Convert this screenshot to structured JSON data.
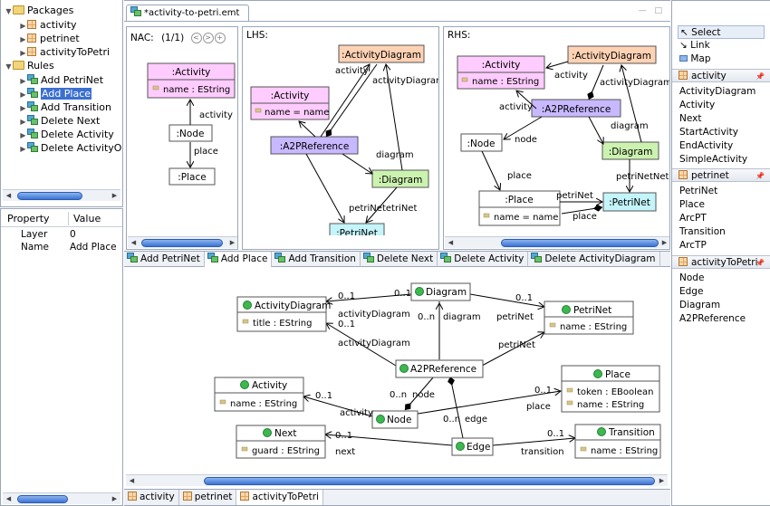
{
  "tree": {
    "packages_label": "Packages",
    "packages": [
      "activity",
      "petrinet",
      "activityToPetri"
    ],
    "rules_label": "Rules",
    "rules": [
      "Add PetriNet",
      "Add Place",
      "Add Transition",
      "Delete Next",
      "Delete Activity",
      "Delete ActivityO"
    ],
    "selected_rule": "Add Place"
  },
  "properties": {
    "col_property": "Property",
    "col_value": "Value",
    "rows": [
      {
        "name": "Layer",
        "value": "0"
      },
      {
        "name": "Name",
        "value": "Add Place"
      }
    ]
  },
  "editor": {
    "tab_title": "*activity-to-petri.emt",
    "nac": {
      "header": "NAC:",
      "counter": "(1/1)",
      "nav": [
        "<",
        ">",
        "+"
      ],
      "nodes": {
        "activity": {
          "title": ":Activity",
          "attr": "name : EString"
        },
        "node": {
          "title": ":Node"
        },
        "place": {
          "title": ":Place"
        }
      },
      "edges": {
        "activity": "activity",
        "place": "place"
      }
    },
    "lhs": {
      "header": "LHS:",
      "nodes": {
        "activitydiagram": {
          "title": ":ActivityDiagram"
        },
        "activity": {
          "title": ":Activity",
          "attr": "name = name"
        },
        "a2p": {
          "title": ":A2PReference"
        },
        "diagram": {
          "title": ":Diagram"
        },
        "petrinet": {
          "title": ":PetriNet"
        }
      },
      "edges": {
        "activity": "activity",
        "activitydiagram": "activityDiagram",
        "diagram": "diagram",
        "petrinet": "petriNetetriNet"
      }
    },
    "rhs": {
      "header": "RHS:",
      "nodes": {
        "activity": {
          "title": ":Activity",
          "attr": "name : EString"
        },
        "activitydiagram": {
          "title": ":ActivityDiagram"
        },
        "a2p": {
          "title": ":A2PReference"
        },
        "node": {
          "title": ":Node"
        },
        "diagram": {
          "title": ":Diagram"
        },
        "place": {
          "title": ":Place",
          "attr": "name = name"
        },
        "petrinet": {
          "title": ":PetriNet"
        }
      },
      "edges": {
        "activity1": "activity",
        "activity2": "activity",
        "activitydiagram": "activityDiagram",
        "node": "node",
        "diagram": "diagram",
        "place1": "place",
        "petrinet1": "petriNet",
        "petrinet2": "petriNetNet",
        "place2": "place"
      }
    },
    "rule_tabs": [
      "Add PetriNet",
      "Add Place",
      "Add Transition",
      "Delete Next",
      "Delete Activity",
      "Delete ActivityDiagram"
    ],
    "active_rule_tab": "Add Place",
    "metamodel": {
      "classes": {
        "activitydiagram": {
          "name": "ActivityDiagram",
          "attr": "title : EString"
        },
        "diagram": {
          "name": "Diagram"
        },
        "petrinet": {
          "name": "PetriNet",
          "attr": "name : EString"
        },
        "a2p": {
          "name": "A2PReference"
        },
        "activity": {
          "name": "Activity",
          "attr": "name : EString"
        },
        "place": {
          "name": "Place",
          "attr1": "token : EBoolean",
          "attr2": "name : EString"
        },
        "node": {
          "name": "Node"
        },
        "next": {
          "name": "Next",
          "attr": "guard : EString"
        },
        "edge": {
          "name": "Edge"
        },
        "transition": {
          "name": "Transition",
          "attr": "name : EString"
        }
      },
      "labels": {
        "ad_m1": "0..1",
        "ad_r1": "activityDiagram",
        "ad_m2": "0..1",
        "ad_r2": "activityDiagram",
        "d_m1": "0..1",
        "d_mn": "0..n",
        "d_r": "diagram",
        "pn_r1": "petriNet",
        "pn_m": "0..1",
        "pn_r2": "petriNet",
        "act_m": "0..1",
        "act_r": "activity",
        "node_mn": "0..n",
        "node_r": "node",
        "place_m": "0..1",
        "place_r": "place",
        "edge_mn": "0..n",
        "edge_r": "edge",
        "next_m": "0..1",
        "next_r": "next",
        "tr_m": "0..1",
        "tr_r": "transition"
      }
    },
    "bottom_tabs": [
      "activity",
      "petrinet",
      "activityToPetri"
    ]
  },
  "palette": {
    "tools": [
      "Select",
      "Link",
      "Map"
    ],
    "sections": [
      {
        "title": "activity",
        "items": [
          "ActivityDiagram",
          "Activity",
          "Next",
          "StartActivity",
          "EndActivity",
          "SimpleActivity"
        ]
      },
      {
        "title": "petrinet",
        "items": [
          "PetriNet",
          "Place",
          "ArcPT",
          "Transition",
          "ArcTP"
        ]
      },
      {
        "title": "activityToPetri",
        "items": [
          "Node",
          "Edge",
          "Diagram",
          "A2PReference"
        ]
      }
    ]
  },
  "colors": {
    "pink": "#ffccff",
    "salmon": "#ffd2b4",
    "lavender": "#c8b8ff",
    "green": "#ccf2b0",
    "cyan": "#c4f5fa",
    "selected": "#3b6fd0",
    "class_icon": "#3cb84f"
  }
}
